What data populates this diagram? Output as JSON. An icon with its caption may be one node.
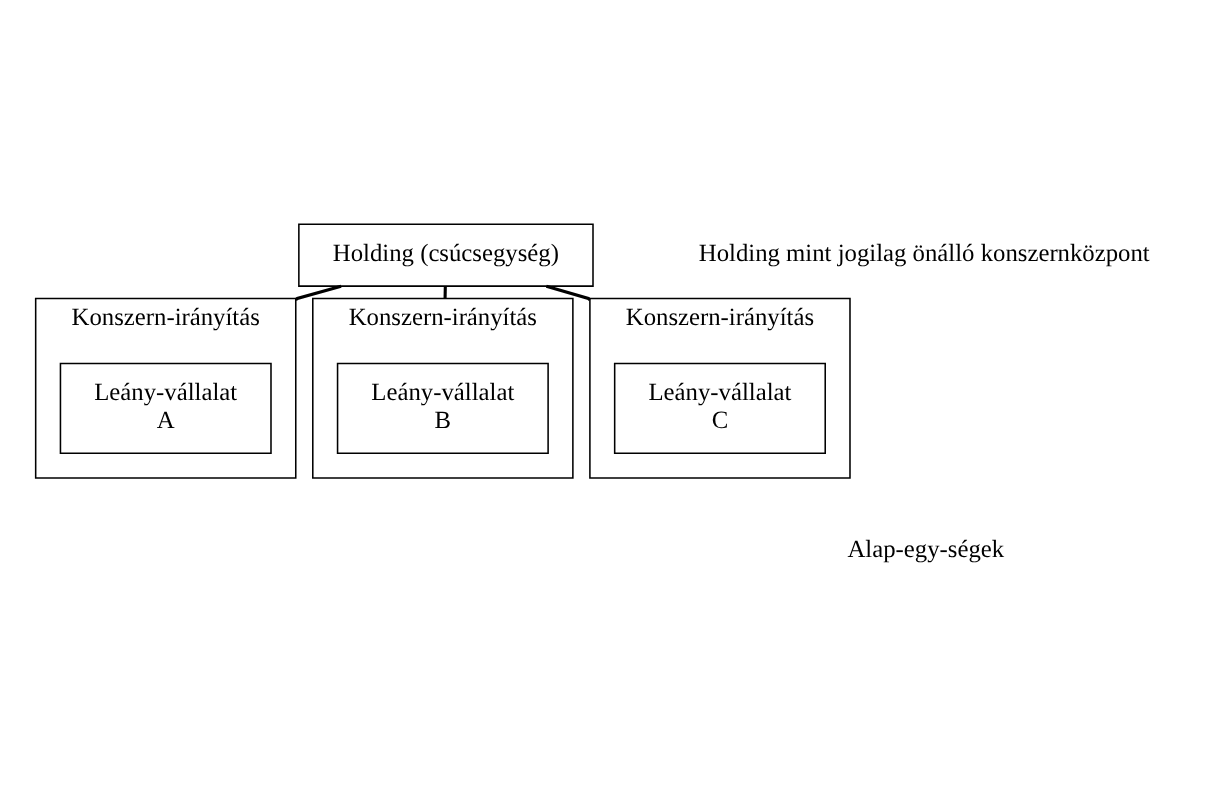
{
  "diagram": {
    "nodes": [
      {
        "text": [
          "Holding (csúcsegység)"
        ]
      },
      {
        "text": [
          "Konszern-irányítás"
        ]
      },
      {
        "text": [
          "Leány-vállalat",
          "A"
        ],
        "in": 1
      },
      {
        "text": [
          "Konszern-irányítás"
        ]
      },
      {
        "text": [
          "Leány-vállalat",
          "B"
        ],
        "in": 3
      },
      {
        "text": [
          "Konszern-irányítás"
        ]
      },
      {
        "text": [
          "Leány-vállalat",
          "C"
        ],
        "in": 5
      }
    ],
    "edges": [
      {
        "from": 0,
        "to": 1,
        "arrow": "none"
      },
      {
        "from": 0,
        "to": 3,
        "arrow": "none"
      },
      {
        "from": 0,
        "to": 5,
        "arrow": "none"
      }
    ],
    "labels": [
      "Holding mint jogilag önálló konszernközpont",
      "Alap-egy-ségek"
    ]
  }
}
